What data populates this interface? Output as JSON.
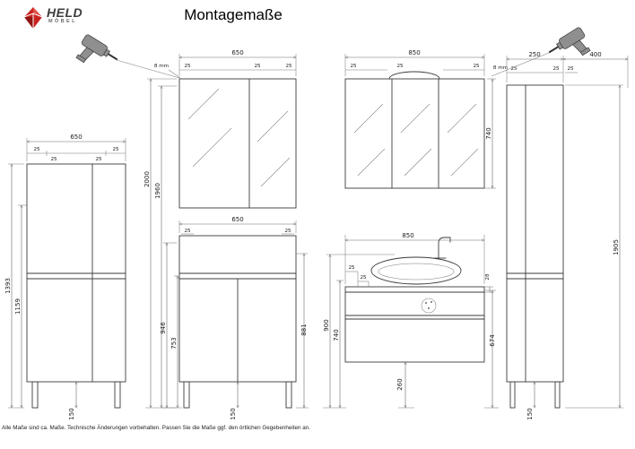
{
  "header": {
    "brand": "HELD",
    "brand_sub": "MÖBEL",
    "title": "Montagemaße"
  },
  "notes": {
    "drill_left": "8 mm",
    "drill_right": "8 mm"
  },
  "dims": {
    "inset": "25",
    "tall_left": {
      "width": "650",
      "height_total": "1393",
      "height_inner": "1159",
      "plinth": "150"
    },
    "mirror_small": {
      "width": "650",
      "mount_top": "2000",
      "mount_inner": "1960"
    },
    "base_mid": {
      "width": "650",
      "height_left": "946",
      "height_door": "753",
      "height_right": "881",
      "plinth": "150"
    },
    "mirror_large": {
      "width": "850",
      "height": "740"
    },
    "vanity": {
      "width": "850",
      "height_total": "900",
      "height_basin": "740",
      "height_right": "674",
      "top_offset": "28",
      "bottom_clearance": "260"
    },
    "tall_right": {
      "width_a": "250",
      "width_b": "400",
      "height": "1905",
      "plinth": "150"
    }
  },
  "footer": {
    "disclaimer": "Alle Maße sind ca. Maße. Technische Änderungen vorbehalten. Passen Sie die Maße ggf. den örtlichen Gegebenheiten an."
  }
}
